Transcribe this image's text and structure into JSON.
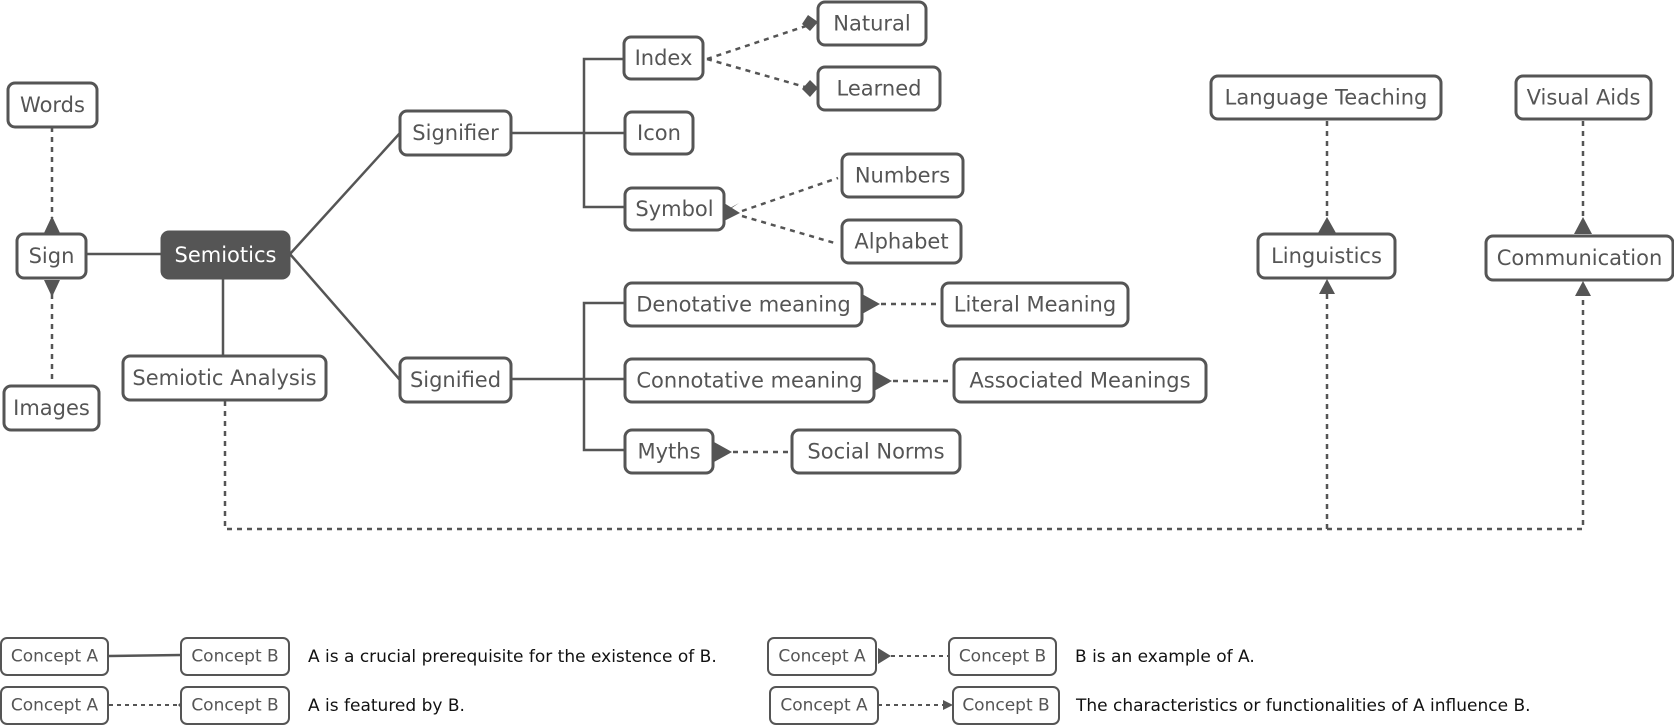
{
  "nodes": {
    "words": "Words",
    "sign": "Sign",
    "images": "Images",
    "semiotics": "Semiotics",
    "semiotic_analysis": "Semiotic Analysis",
    "signifier": "Signifier",
    "signified": "Signified",
    "index": "Index",
    "icon": "Icon",
    "symbol": "Symbol",
    "natural": "Natural",
    "learned": "Learned",
    "numbers": "Numbers",
    "alphabet": "Alphabet",
    "denotative": "Denotative meaning",
    "connotative": "Connotative meaning",
    "myths": "Myths",
    "literal": "Literal Meaning",
    "associated": "Associated Meanings",
    "social_norms": "Social  Norms",
    "language_teaching": "Language Teaching",
    "linguistics": "Linguistics",
    "visual_aids": "Visual Aids",
    "communication": "Communication"
  },
  "legend": {
    "concept_a": "Concept A",
    "concept_b": "Concept B",
    "prerequisite": "A is a crucial prerequisite for the existence of B.",
    "featured": "A is featured by B.",
    "example": "B is an example of A.",
    "influence": "The characteristics or functionalities of A influence B."
  },
  "colors": {
    "node_border": "#555555",
    "dark_node_fill": "#555555",
    "text": "#555555"
  }
}
